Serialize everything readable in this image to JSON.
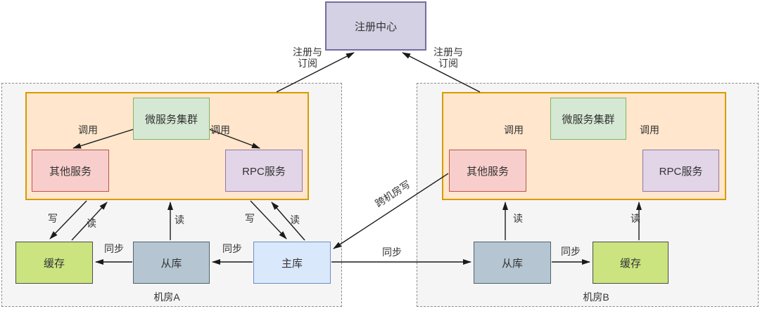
{
  "colors": {
    "canvas-bg": "#ffffff",
    "zone-bg": "#f5f5f5",
    "zone-border": "#8c8c8c",
    "container-fill": "#ffe6cc",
    "container-stroke": "#d79b00",
    "green-fill": "#d5e8d4",
    "green-stroke": "#82b366",
    "red-fill": "#f8cecc",
    "red-stroke": "#b85450",
    "purple-fill": "#e1d5e7",
    "purple-stroke": "#9673a6",
    "registry-fill": "#d4d1e4",
    "registry-stroke": "#736da0",
    "cache-fill": "#cbe47f",
    "cache-stroke": "#4d4d4d",
    "slave-fill": "#b5c6d2",
    "slave-stroke": "#51626e",
    "master-fill": "#dae8fc",
    "master-stroke": "#6c8ebf",
    "edge-stroke": "#1a1a1a",
    "text": "#333333"
  },
  "registry": {
    "label": "注册中心"
  },
  "edge_labels": {
    "register_subscribe": "注册与\n订阅",
    "call": "调用",
    "write": "写",
    "read": "读",
    "sync": "同步",
    "cross_dc_write": "跨机房写"
  },
  "zone_a": {
    "label": "机房A",
    "microservice_cluster": "微服务集群",
    "other_service": "其他服务",
    "rpc_service": "RPC服务",
    "cache": "缓存",
    "slave_db": "从库",
    "master_db": "主库"
  },
  "zone_b": {
    "label": "机房B",
    "microservice_cluster": "微服务集群",
    "other_service": "其他服务",
    "rpc_service": "RPC服务",
    "cache": "缓存",
    "slave_db": "从库"
  }
}
